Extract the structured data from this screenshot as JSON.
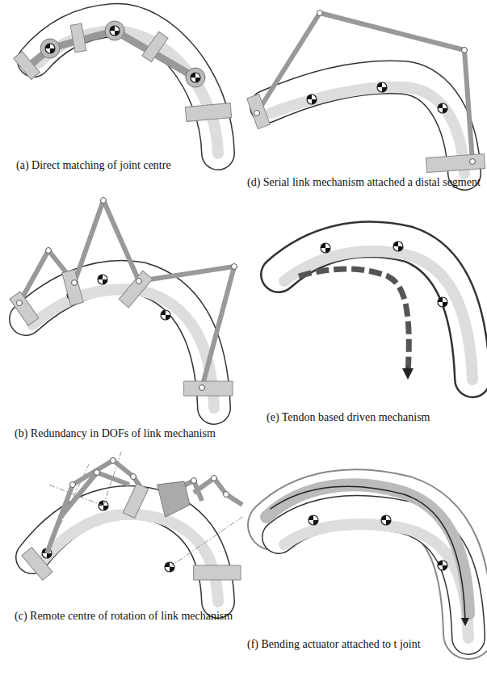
{
  "diagram": {
    "labels": [
      "(a) Direct matching of joint centre",
      "(d) Serial link mechanism attached a distal segment",
      "(b) Redundancy in DOFs of link mechanism",
      "(e) Tendon based driven mechanism",
      "(c) Remote centre of rotation of link mechanism",
      "(f) Bending actuator attached to t joint"
    ]
  }
}
